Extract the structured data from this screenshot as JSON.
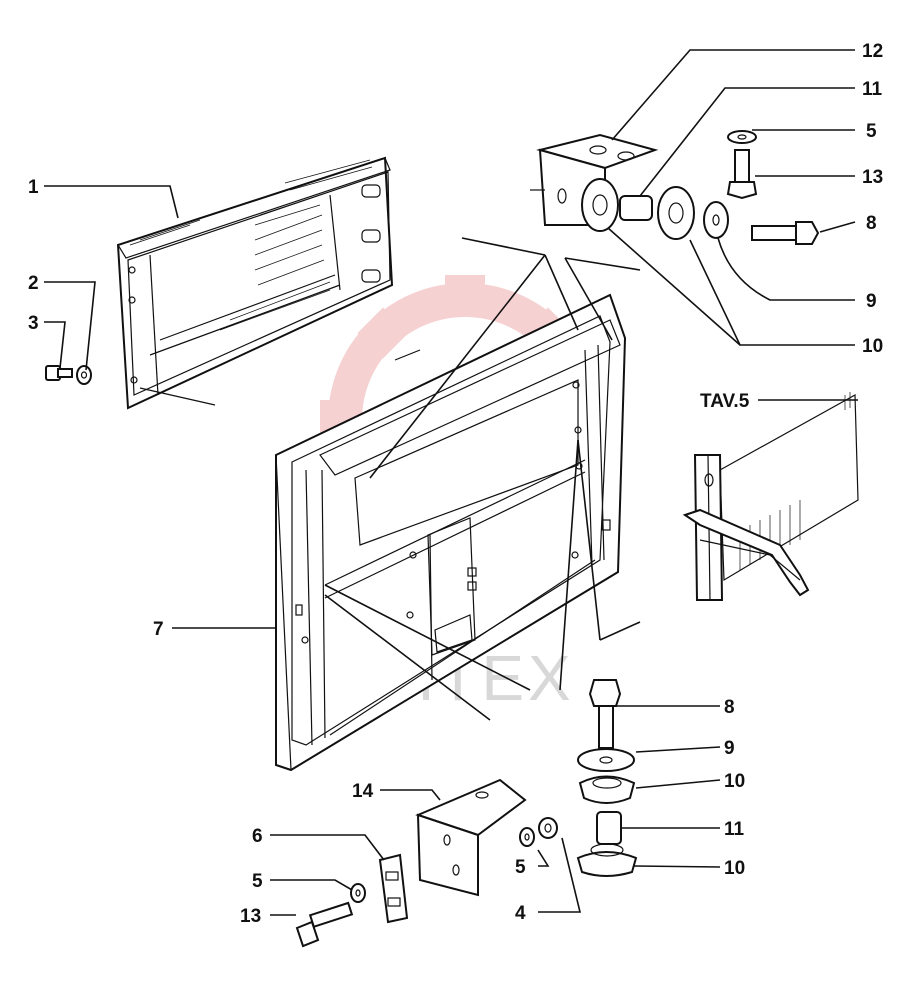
{
  "diagram": {
    "table_ref": "TAV.5",
    "watermark_text": "ИНТЕХ",
    "callouts": {
      "c1": "1",
      "c2": "2",
      "c3": "3",
      "c12": "12",
      "c11a": "11",
      "c5a": "5",
      "c13a": "13",
      "c8a": "8",
      "c9a": "9",
      "c10a": "10",
      "c7": "7",
      "c8b": "8",
      "c9b": "9",
      "c10b": "10",
      "c11b": "11",
      "c10c": "10",
      "c14": "14",
      "c6": "6",
      "c5b": "5",
      "c5c": "5",
      "c13b": "13",
      "c4": "4"
    },
    "colors": {
      "ink": "#111111",
      "watermark_red": "#f2b8b8",
      "watermark_gray": "#d8d8d8"
    }
  }
}
